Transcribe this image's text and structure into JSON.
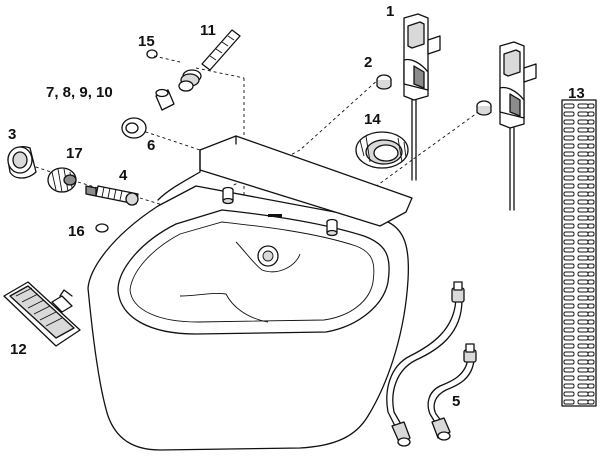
{
  "labels": {
    "p1": "1",
    "p2": "2",
    "p3": "3",
    "p4": "4",
    "p5": "5",
    "p6": "6",
    "p7_10": "7, 8, 9, 10",
    "p11": "11",
    "p12": "12",
    "p13": "13",
    "p14": "14",
    "p15": "15",
    "p16": "16",
    "p17": "17"
  }
}
